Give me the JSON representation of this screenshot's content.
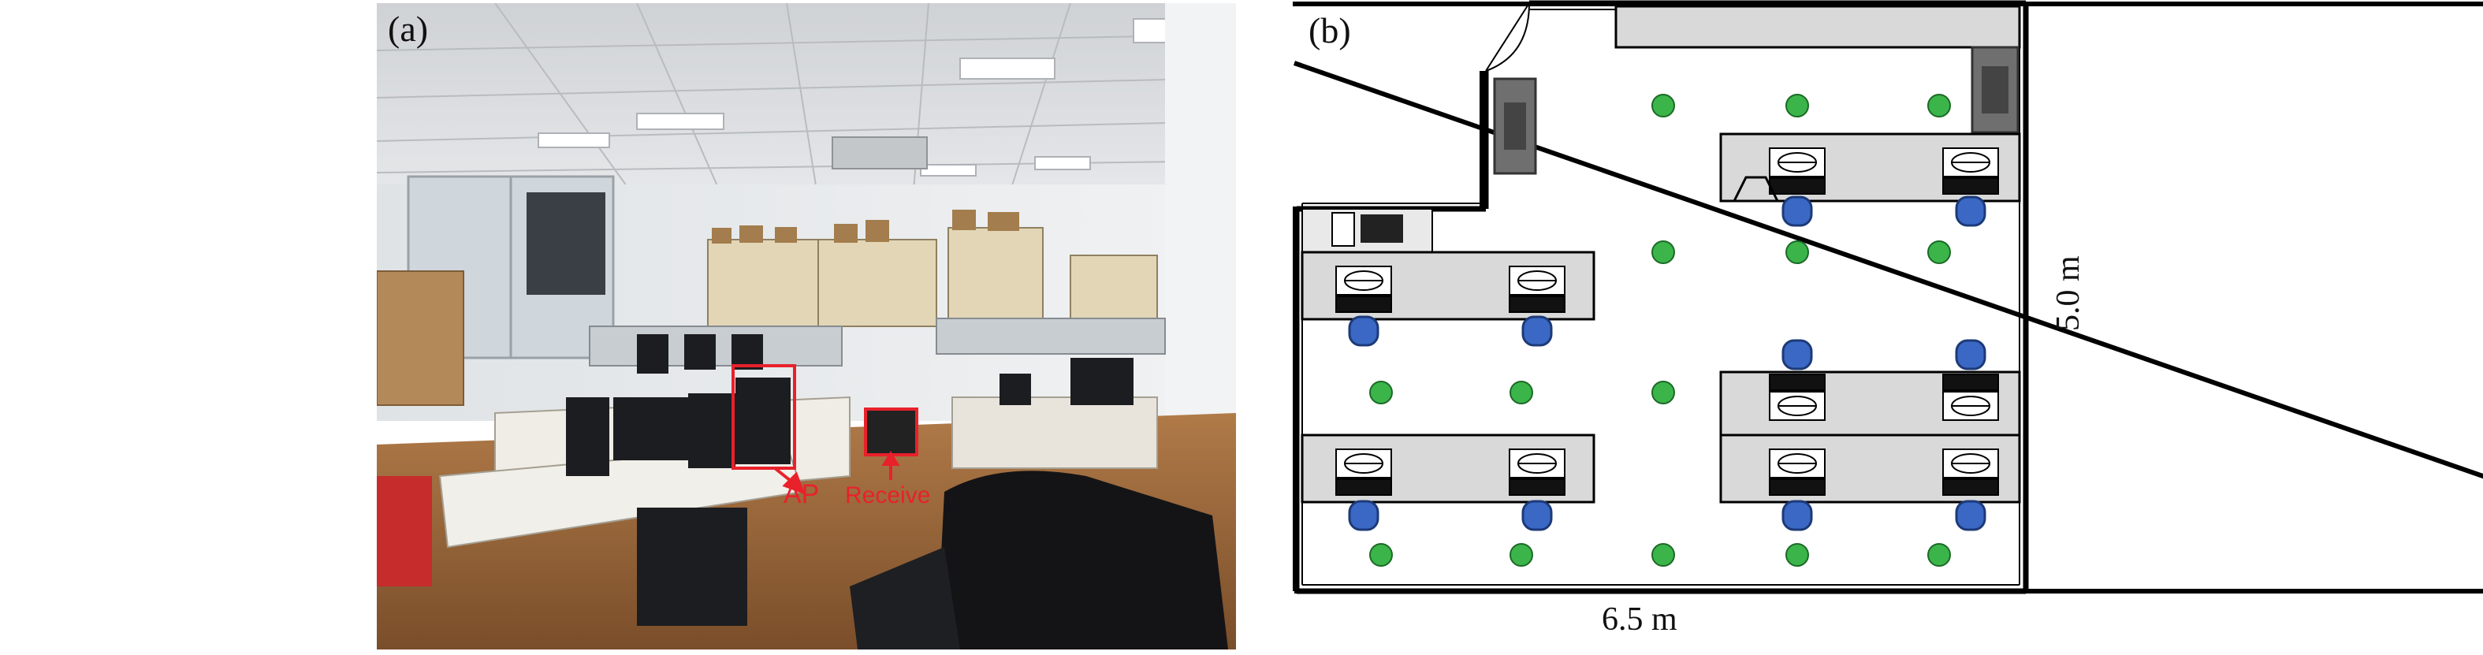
{
  "panels": {
    "a": {
      "label": "(a)",
      "annotations": {
        "ap": "AP",
        "receive": "Receive"
      },
      "colors": {
        "annotation": "#e8212b",
        "floor": "#9b6a3f",
        "wall": "#e9ecef",
        "ceiling": "#d8dadc"
      }
    },
    "b": {
      "label": "(b)",
      "dimensions": {
        "width": "6.5 m",
        "height": "5.0 m"
      },
      "colors": {
        "measurement_point": "#3bb54a",
        "chair": "#3a68c4",
        "desk": "#d9d9d9",
        "wall": "#000000",
        "cabinet": "#6f6f6f"
      }
    }
  }
}
